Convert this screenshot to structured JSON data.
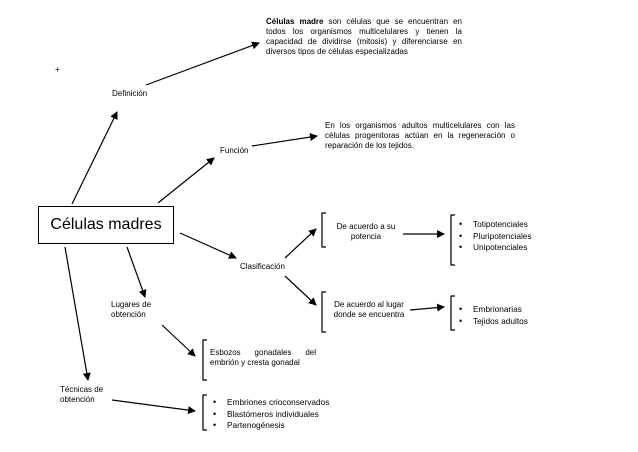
{
  "plus_mark": "+",
  "center_node": "Células madres",
  "definition": {
    "label": "Definición",
    "text_bold": "Células madre",
    "text_rest": " son células que se encuentran en todos los organismos multicelulares y tienen la capacidad de dividirse (mitosis) y diferenciarse en diversos tipos de células especializadas"
  },
  "function": {
    "label": "Función",
    "text": "En los organismos adultos multicelulares con las células progenitoras actúan en la regeneración o reparación de los tejidos."
  },
  "classification": {
    "label": "Clasificación",
    "potency": {
      "label": "De acuerdo a su potencia",
      "items": [
        "Totipotenciales",
        "Pluripotenciales",
        "Unipotenciales"
      ]
    },
    "location": {
      "label": "De acuerdo al lugar donde se encuentra",
      "items": [
        "Embrionarias",
        "Tejidos adultos"
      ]
    }
  },
  "places": {
    "label": "Lugares de obtención",
    "text": "Esbozos gonadales del embrión y cresta gonadal"
  },
  "techniques": {
    "label": "Técnicas de obtención",
    "items": [
      "Embriones crioconservados",
      "Blastómeros individuales",
      "Partenogénesis"
    ]
  }
}
